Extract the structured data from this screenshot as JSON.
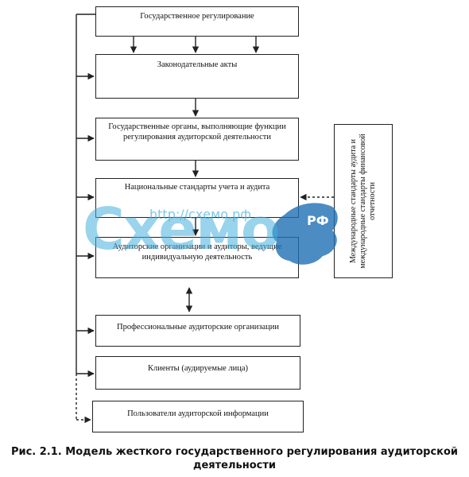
{
  "boxes": {
    "state_regulation": "Государственное регулирование",
    "legislative_acts": "Законодательные акты",
    "state_bodies": "Государственные органы, выполняющие функции регулирования аудиторской деятельности",
    "national_standards": "Национальные стандарты учета и аудита",
    "audit_organizations": "Аудиторские организации и аудиторы, ведущие индивидуальную деятельность",
    "professional_orgs": "Профессиональные аудиторские организации",
    "clients": "Клиенты (аудируемые лица)",
    "users": "Пользователи аудиторской информации",
    "international_standards": "Международные стандарты аудита и международные стандарты финансовой отчетности"
  },
  "watermark": {
    "logo": "Схемо",
    "url": "http://схемо.рф",
    "rf": "РФ",
    "colors": {
      "cyan": "#46afdc",
      "blue": "#1e6fb4"
    }
  },
  "caption": "Рис. 2.1. Модель жесткого государственного регулирования аудиторской деятельности"
}
